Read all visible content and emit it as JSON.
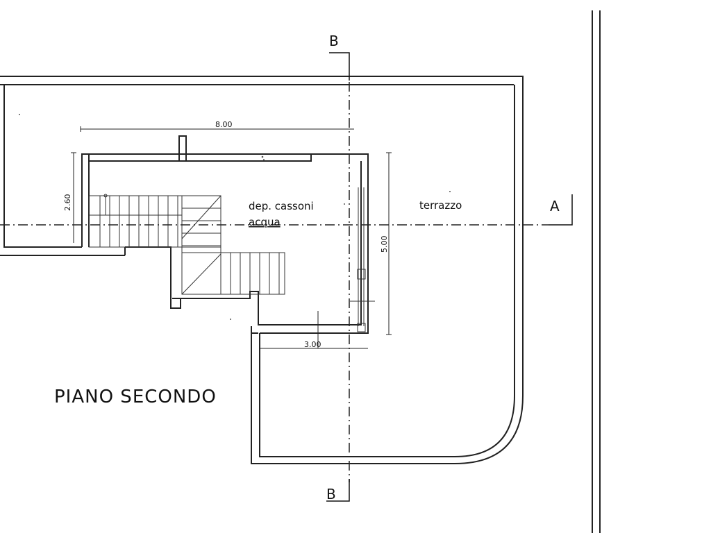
{
  "section_markers": {
    "b_top": "B",
    "b_bottom": "B",
    "a_right": "A"
  },
  "dimensions": {
    "width_top": "8.00",
    "height_left": "2.60",
    "height_right": "5.00",
    "width_bottom": "3.00"
  },
  "rooms": {
    "tank_room_line1": "dep. cassoni",
    "tank_room_line2": "acqua",
    "terrace": "terrazzo"
  },
  "floor_title": "PIANO SECONDO"
}
